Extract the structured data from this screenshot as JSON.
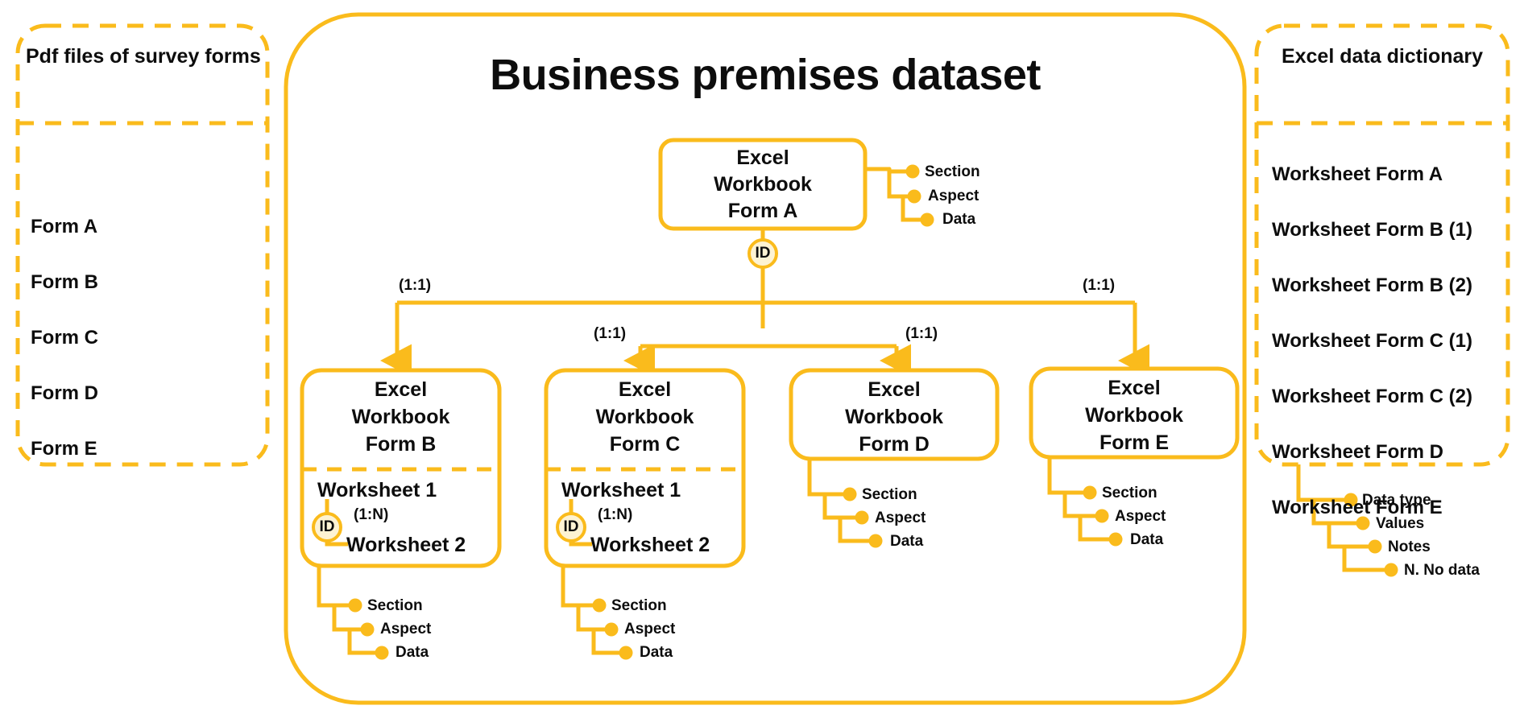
{
  "theme": {
    "accent": "#FABB1C",
    "accent_fill": "#FDF3D3",
    "text": "#0d0d0d",
    "background": "#ffffff"
  },
  "left_panel": {
    "title": "Pdf files of survey forms",
    "items": [
      "Form A",
      "Form B",
      "Form C",
      "Form D",
      "Form E"
    ]
  },
  "main": {
    "title": "Business premises dataset",
    "root": {
      "name": "root-workbook",
      "lines": [
        "Excel",
        "Workbook",
        "Form A"
      ],
      "attributes": [
        "Section",
        "Aspect",
        "Data"
      ],
      "key_badge": "ID"
    },
    "edge_labels": {
      "to_b": "(1:1)",
      "to_c": "(1:1)",
      "to_d": "(1:1)",
      "to_e": "(1:1)"
    },
    "children": [
      {
        "id": "form-b",
        "lines": [
          "Excel",
          "Workbook",
          "Form B"
        ],
        "worksheets": [
          "Worksheet 1",
          "Worksheet 2"
        ],
        "worksheet_key": "ID",
        "worksheet_cardinality": "(1:N)",
        "attributes": [
          "Section",
          "Aspect",
          "Data"
        ]
      },
      {
        "id": "form-c",
        "lines": [
          "Excel",
          "Workbook",
          "Form C"
        ],
        "worksheets": [
          "Worksheet 1",
          "Worksheet 2"
        ],
        "worksheet_key": "ID",
        "worksheet_cardinality": "(1:N)",
        "attributes": [
          "Section",
          "Aspect",
          "Data"
        ]
      },
      {
        "id": "form-d",
        "lines": [
          "Excel",
          "Workbook",
          "Form D"
        ],
        "worksheets": [],
        "attributes": [
          "Section",
          "Aspect",
          "Data"
        ]
      },
      {
        "id": "form-e",
        "lines": [
          "Excel",
          "Workbook",
          "Form E"
        ],
        "worksheets": [],
        "attributes": [
          "Section",
          "Aspect",
          "Data"
        ]
      }
    ]
  },
  "right_panel": {
    "title": "Excel data dictionary",
    "items": [
      "Worksheet Form A",
      "Worksheet Form B (1)",
      "Worksheet Form B (2)",
      "Worksheet Form C (1)",
      "Worksheet Form C (2)",
      "Worksheet Form D",
      "Worksheet Form E"
    ],
    "attributes": [
      "Data type",
      "Values",
      "Notes",
      "N. No data"
    ]
  }
}
